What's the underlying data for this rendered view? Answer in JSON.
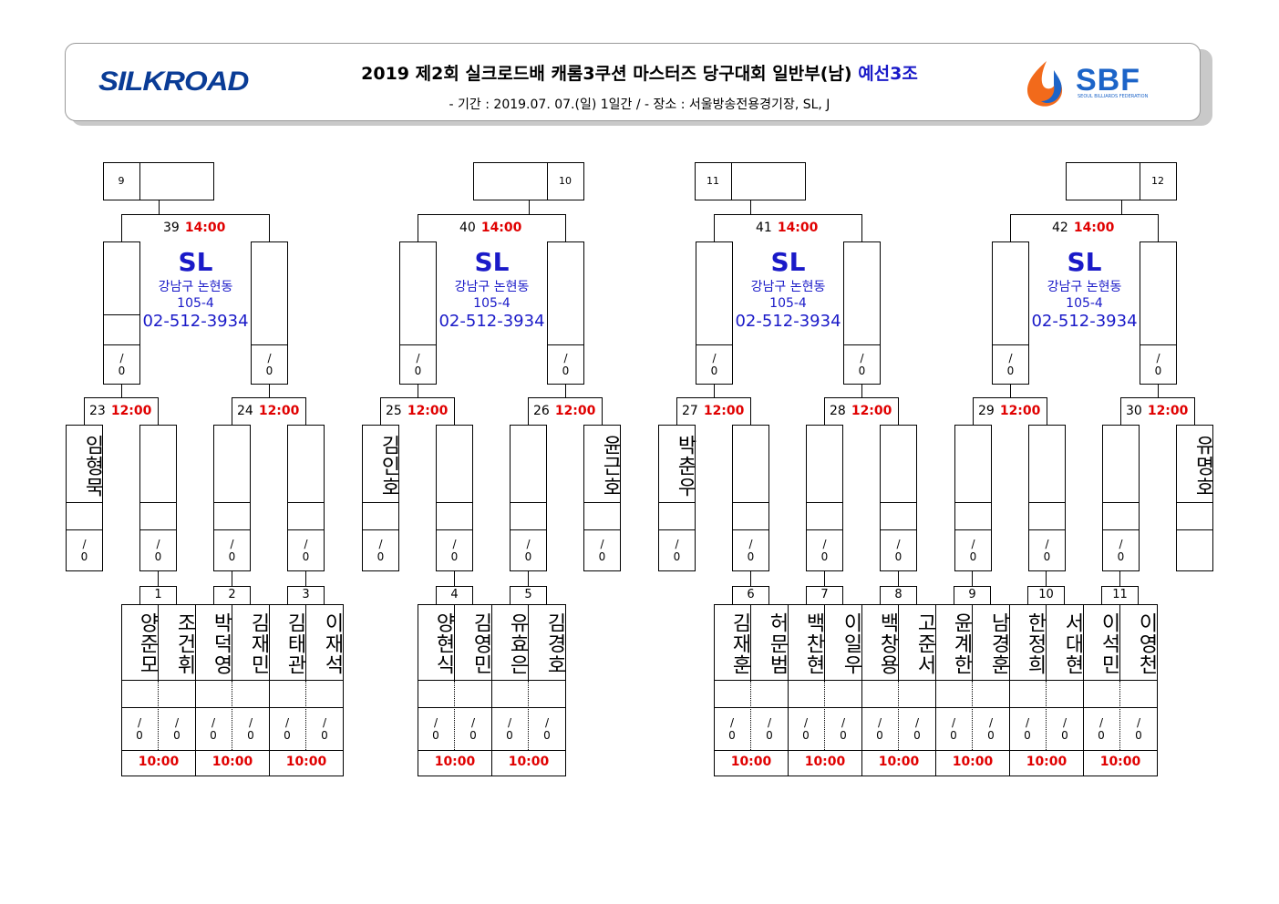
{
  "header": {
    "logo_left": "SILKROAD",
    "title": "2019 제2회 실크로드배 캐롬3쿠션 마스터즈 당구대회 일반부(남)",
    "group": "예선3조",
    "subtitle": "- 기간 : 2019.07. 07.(일) 1일간 / - 장소 : 서울방송전용경기장, SL, J",
    "logo_right": "SBF",
    "logo_right_sub": "SEOUL BILLIARDS FEDERATION"
  },
  "venue": {
    "name": "SL",
    "address1": "강남구 논현동",
    "address2": "105-4",
    "phone": "02-512-3934"
  },
  "score_placeholder": "/\n0",
  "top_slots": [
    "9",
    "10",
    "11",
    "12"
  ],
  "semis": [
    {
      "num": "39",
      "time": "14:00"
    },
    {
      "num": "40",
      "time": "14:00"
    },
    {
      "num": "41",
      "time": "14:00"
    },
    {
      "num": "42",
      "time": "14:00"
    }
  ],
  "quarters": [
    {
      "num": "23",
      "time": "12:00"
    },
    {
      "num": "24",
      "time": "12:00"
    },
    {
      "num": "25",
      "time": "12:00"
    },
    {
      "num": "26",
      "time": "12:00"
    },
    {
      "num": "27",
      "time": "12:00"
    },
    {
      "num": "28",
      "time": "12:00"
    },
    {
      "num": "29",
      "time": "12:00"
    },
    {
      "num": "30",
      "time": "12:00"
    }
  ],
  "seeds": [
    "임형묵",
    "",
    "",
    "",
    "김인호",
    "",
    "",
    "윤근호",
    "박춘우",
    "",
    "",
    "",
    "",
    "",
    "",
    "유명호"
  ],
  "first_round": [
    {
      "num": "1",
      "p1": "양준모",
      "p2": "조건휘",
      "time": "10:00"
    },
    {
      "num": "2",
      "p1": "박덕영",
      "p2": "김재민",
      "time": "10:00"
    },
    {
      "num": "3",
      "p1": "김태관",
      "p2": "이재석",
      "time": "10:00"
    },
    {
      "num": "4",
      "p1": "양현식",
      "p2": "김영민",
      "time": "10:00"
    },
    {
      "num": "5",
      "p1": "유효은",
      "p2": "김경호",
      "time": "10:00"
    },
    {
      "num": "6",
      "p1": "김재훈",
      "p2": "허문범",
      "time": "10:00"
    },
    {
      "num": "7",
      "p1": "백찬현",
      "p2": "이일우",
      "time": "10:00"
    },
    {
      "num": "8",
      "p1": "백창용",
      "p2": "고준서",
      "time": "10:00"
    },
    {
      "num": "9",
      "p1": "윤계한",
      "p2": "남경훈",
      "time": "10:00"
    },
    {
      "num": "10",
      "p1": "한정희",
      "p2": "서대현",
      "time": "10:00"
    },
    {
      "num": "11",
      "p1": "이석민",
      "p2": "이영천",
      "time": "10:00"
    }
  ]
}
